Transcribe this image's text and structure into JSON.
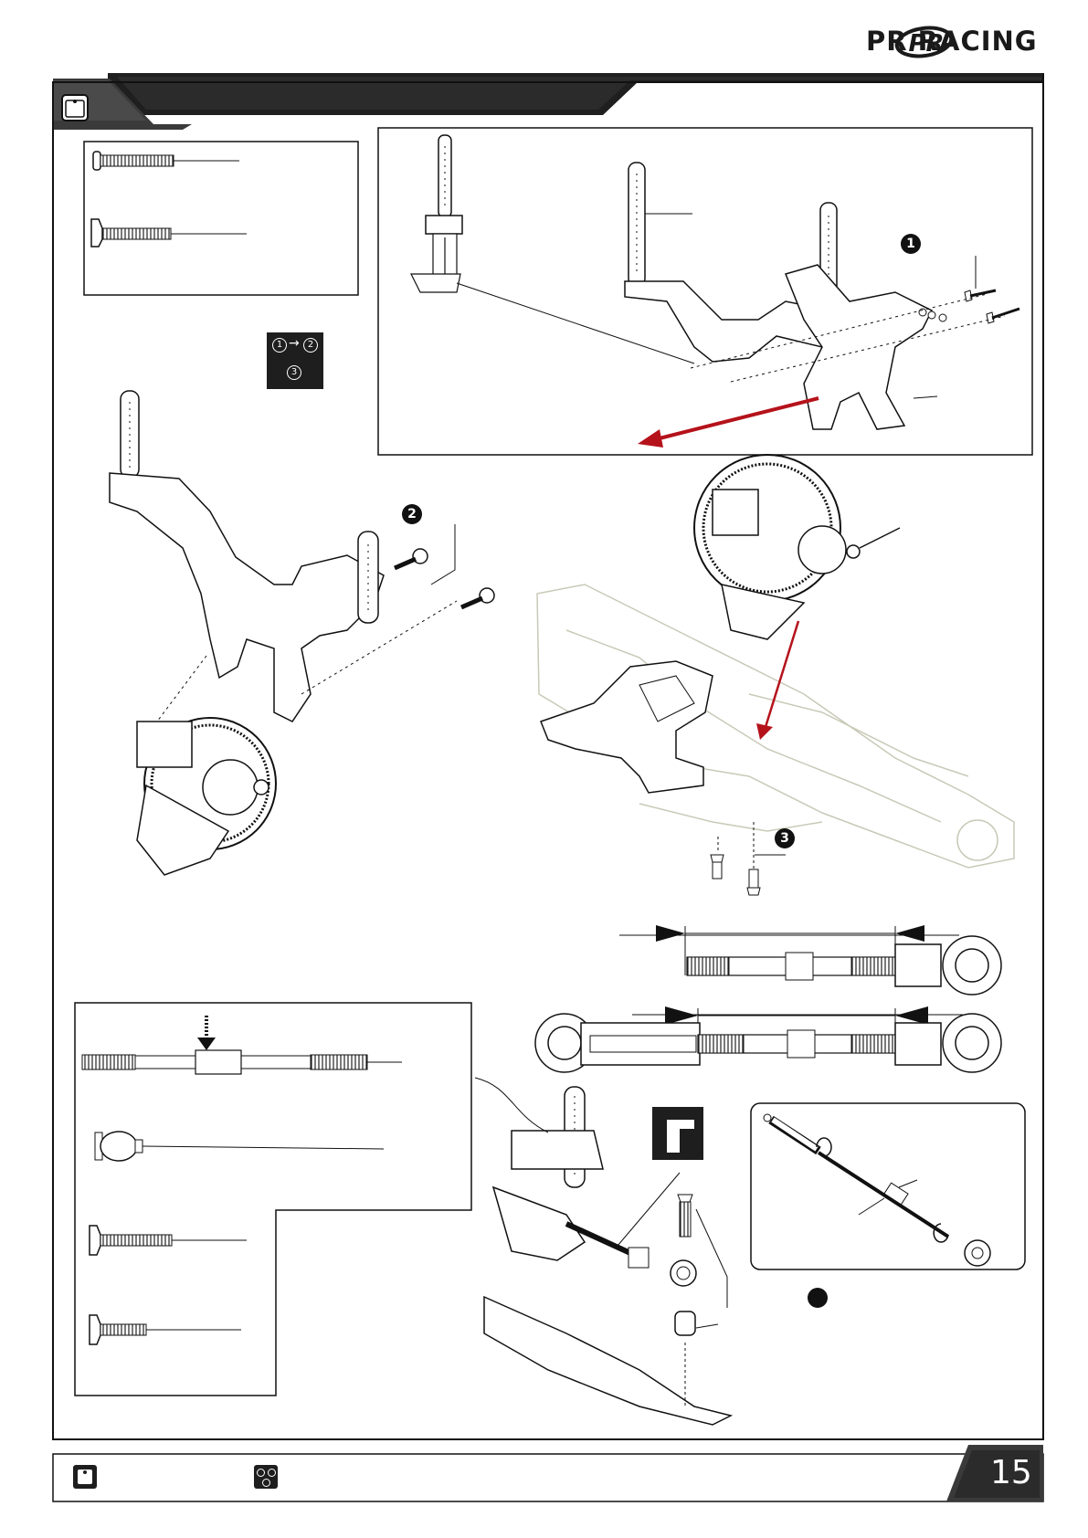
{
  "brand": {
    "name": "PR RACING",
    "logo_glyph": "PR"
  },
  "header": {
    "section_icon": "bag-icon"
  },
  "steps": {
    "step1": "1",
    "step2": "2",
    "step3": "3",
    "step4": ""
  },
  "order_icon": {
    "a": "1",
    "b": "2",
    "c": "3",
    "arrow": "→"
  },
  "footer": {
    "page_number": "15",
    "legend": [
      {
        "icon": "bag-icon"
      },
      {
        "icon": "assembly-order-icon"
      }
    ]
  },
  "colors": {
    "banner": "#1f1f1f",
    "accent_arrow": "#b5121b",
    "frame": "#111111"
  }
}
